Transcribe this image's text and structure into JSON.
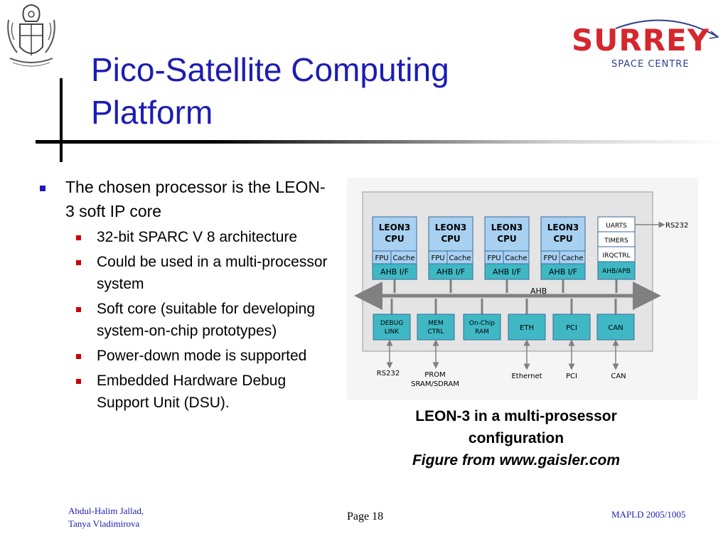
{
  "slide": {
    "title_line1": "Pico-Satellite Computing",
    "title_line2": "Platform"
  },
  "logo": {
    "word": "SURREY",
    "subtitle": "SPACE CENTRE"
  },
  "bullets": {
    "main": "The chosen processor is the LEON-3 soft IP core",
    "sub": [
      "32-bit SPARC V 8 architecture",
      "Could be used in a multi-processor system",
      "Soft core (suitable for developing system-on-chip prototypes)",
      "Power-down mode is supported",
      "Embedded Hardware Debug Support Unit (DSU)."
    ]
  },
  "diagram": {
    "cpus": [
      {
        "title1": "LEON3",
        "title2": "CPU",
        "fpu": "FPU",
        "cache": "Cache",
        "ahb": "AHB I/F"
      },
      {
        "title1": "LEON3",
        "title2": "CPU",
        "fpu": "FPU",
        "cache": "Cache",
        "ahb": "AHB I/F"
      },
      {
        "title1": "LEON3",
        "title2": "CPU",
        "fpu": "FPU",
        "cache": "Cache",
        "ahb": "AHB I/F"
      },
      {
        "title1": "LEON3",
        "title2": "CPU",
        "fpu": "FPU",
        "cache": "Cache",
        "ahb": "AHB I/F"
      }
    ],
    "apb_stack": [
      "UARTS",
      "TIMERS",
      "IRQCTRL",
      "AHB/APB"
    ],
    "rs232_right": "RS232",
    "bus_label": "AHB",
    "peripherals": [
      {
        "line1": "DEBUG",
        "line2": "LINK"
      },
      {
        "line1": "MEM",
        "line2": "CTRL"
      },
      {
        "line1": "On-Chip",
        "line2": "RAM"
      },
      {
        "line1": "ETH",
        "line2": ""
      },
      {
        "line1": "PCI",
        "line2": ""
      },
      {
        "line1": "CAN",
        "line2": ""
      }
    ],
    "bottom_labels": {
      "rs232": "RS232",
      "prom": "PROM",
      "sram": "SRAM/SDRAM",
      "ethernet": "Ethernet",
      "pci": "PCI",
      "can": "CAN"
    },
    "colors": {
      "block_fill": "#a8d0f0",
      "block_teal": "#3fb8c4",
      "block_stroke": "#3a6a9a",
      "panel_fill": "#e4e4e4",
      "bus": "#808080"
    }
  },
  "caption": {
    "line1": "LEON-3 in a multi-prosessor",
    "line2": "configuration",
    "line3": "Figure from www.gaisler.com"
  },
  "footer": {
    "author1": "Abdul-Halim Jallad,",
    "author2": "Tanya Vladimirova",
    "page": "Page 18",
    "conference": "MAPLD 2005/1005"
  },
  "colors": {
    "title": "#1c1cb4",
    "bullet_main": "#1c1cb4",
    "bullet_sub": "#cc0000",
    "logo_red": "#d6262e",
    "logo_blue": "#2d3f8f"
  },
  "icons": {
    "crest": "university-crest-icon",
    "logo_swoosh": "orbit-swoosh-icon"
  }
}
